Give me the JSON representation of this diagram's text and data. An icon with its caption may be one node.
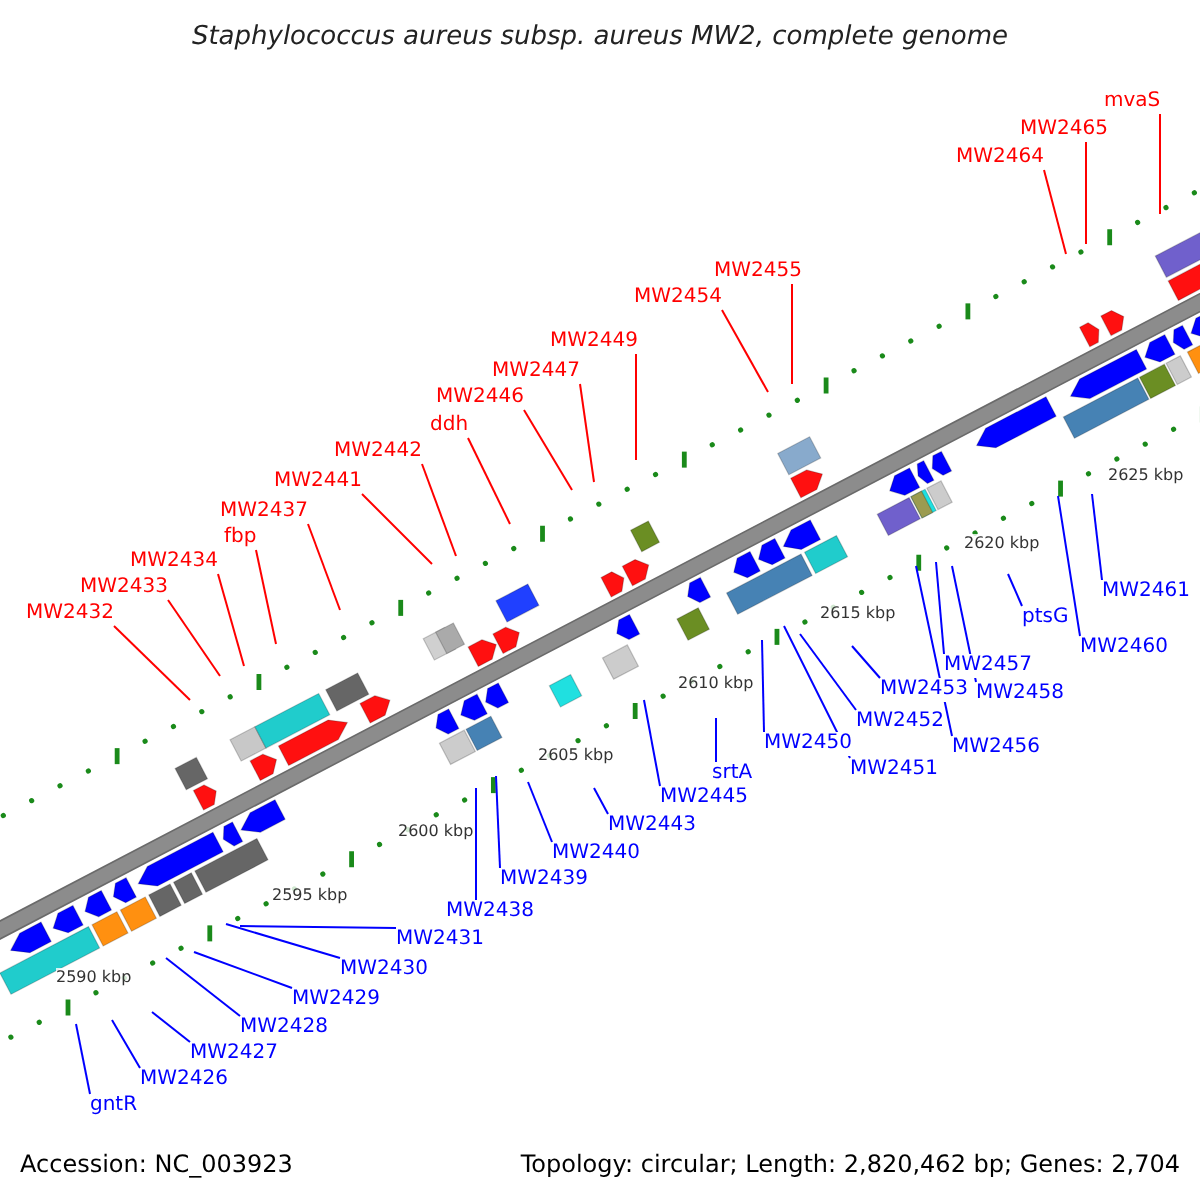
{
  "diagram": {
    "title": "Staphylococcus aureus subsp. aureus MW2, complete genome",
    "nodes": [
      {
        "text": [
          "mvaS"
        ]
      },
      {
        "text": [
          "MW2465"
        ]
      },
      {
        "text": [
          "MW2464"
        ]
      },
      {
        "text": [
          "MW2455"
        ]
      },
      {
        "text": [
          "MW2454"
        ]
      },
      {
        "text": [
          "MW2449"
        ]
      },
      {
        "text": [
          "MW2447"
        ]
      },
      {
        "text": [
          "MW2446"
        ]
      },
      {
        "text": [
          "ddh"
        ]
      },
      {
        "text": [
          "MW2442"
        ]
      },
      {
        "text": [
          "MW2441"
        ]
      },
      {
        "text": [
          "MW2437"
        ]
      },
      {
        "text": [
          "fbp"
        ]
      },
      {
        "text": [
          "MW2434"
        ]
      },
      {
        "text": [
          "MW2433"
        ]
      },
      {
        "text": [
          "MW2432"
        ]
      },
      {
        "text": [
          "MW2461"
        ]
      },
      {
        "text": [
          "ptsG"
        ]
      },
      {
        "text": [
          "MW2460"
        ]
      },
      {
        "text": [
          "MW2457"
        ]
      },
      {
        "text": [
          "MW2453"
        ]
      },
      {
        "text": [
          "MW2458"
        ]
      },
      {
        "text": [
          "MW2452"
        ]
      },
      {
        "text": [
          "MW2456"
        ]
      },
      {
        "text": [
          "MW2450"
        ]
      },
      {
        "text": [
          "MW2451"
        ]
      },
      {
        "text": [
          "srtA"
        ]
      },
      {
        "text": [
          "MW2445"
        ]
      },
      {
        "text": [
          "MW2443"
        ]
      },
      {
        "text": [
          "MW2440"
        ]
      },
      {
        "text": [
          "MW2439"
        ]
      },
      {
        "text": [
          "MW2438"
        ]
      },
      {
        "text": [
          "MW2431"
        ]
      },
      {
        "text": [
          "MW2430"
        ]
      },
      {
        "text": [
          "MW2429"
        ]
      },
      {
        "text": [
          "MW2428"
        ]
      },
      {
        "text": [
          "MW2427"
        ]
      },
      {
        "text": [
          "MW2426"
        ]
      },
      {
        "text": [
          "gntR"
        ]
      }
    ],
    "edges": [
      {
        "from": 0,
        "to": null,
        "arrow": "none",
        "color": "#ff0000"
      },
      {
        "from": 1,
        "to": null,
        "arrow": "none",
        "color": "#ff0000"
      },
      {
        "from": 2,
        "to": null,
        "arrow": "none",
        "color": "#ff0000"
      },
      {
        "from": 3,
        "to": null,
        "arrow": "none",
        "color": "#ff0000"
      },
      {
        "from": 4,
        "to": null,
        "arrow": "none",
        "color": "#ff0000"
      },
      {
        "from": 5,
        "to": null,
        "arrow": "none",
        "color": "#ff0000"
      },
      {
        "from": 6,
        "to": null,
        "arrow": "none",
        "color": "#ff0000"
      },
      {
        "from": 7,
        "to": null,
        "arrow": "none",
        "color": "#ff0000"
      },
      {
        "from": 8,
        "to": null,
        "arrow": "none",
        "color": "#ff0000"
      },
      {
        "from": 9,
        "to": null,
        "arrow": "none",
        "color": "#ff0000"
      },
      {
        "from": 10,
        "to": null,
        "arrow": "none",
        "color": "#ff0000"
      },
      {
        "from": 11,
        "to": null,
        "arrow": "none",
        "color": "#ff0000"
      },
      {
        "from": 12,
        "to": null,
        "arrow": "none",
        "color": "#ff0000"
      },
      {
        "from": 13,
        "to": null,
        "arrow": "none",
        "color": "#ff0000"
      },
      {
        "from": 14,
        "to": null,
        "arrow": "none",
        "color": "#ff0000"
      },
      {
        "from": 15,
        "to": null,
        "arrow": "none",
        "color": "#ff0000"
      },
      {
        "from": 16,
        "to": null,
        "arrow": "none"
      },
      {
        "from": 17,
        "to": null,
        "arrow": "none"
      },
      {
        "from": 18,
        "to": null,
        "arrow": "none"
      },
      {
        "from": 19,
        "to": null,
        "arrow": "none"
      },
      {
        "from": 20,
        "to": null,
        "arrow": "none"
      },
      {
        "from": 21,
        "to": null,
        "arrow": "none"
      },
      {
        "from": 22,
        "to": null,
        "arrow": "none"
      },
      {
        "from": 23,
        "to": null,
        "arrow": "none"
      },
      {
        "from": 24,
        "to": null,
        "arrow": "none"
      },
      {
        "from": 25,
        "to": null,
        "arrow": "none"
      },
      {
        "from": 26,
        "to": null,
        "arrow": "none"
      },
      {
        "from": 27,
        "to": null,
        "arrow": "none"
      },
      {
        "from": 28,
        "to": null,
        "arrow": "none"
      },
      {
        "from": 29,
        "to": null,
        "arrow": "none"
      },
      {
        "from": 30,
        "to": null,
        "arrow": "none"
      },
      {
        "from": 31,
        "to": null,
        "arrow": "none"
      },
      {
        "from": 32,
        "to": null,
        "arrow": "none"
      },
      {
        "from": 33,
        "to": null,
        "arrow": "none"
      },
      {
        "from": 34,
        "to": null,
        "arrow": "none"
      },
      {
        "from": 35,
        "to": null,
        "arrow": "none"
      },
      {
        "from": 36,
        "to": null,
        "arrow": "none"
      },
      {
        "from": 37,
        "to": null,
        "arrow": "none"
      },
      {
        "from": 38,
        "to": null,
        "arrow": "none"
      }
    ],
    "labels": [
      "2625 kbp",
      "2620 kbp",
      "2615 kbp",
      "2610 kbp",
      "2605 kbp",
      "2600 kbp",
      "2595 kbp",
      "2590 kbp",
      "Accession: NC_003923",
      "Topology: circular; Length: 2,820,462 bp; Genes: 2,704"
    ]
  }
}
